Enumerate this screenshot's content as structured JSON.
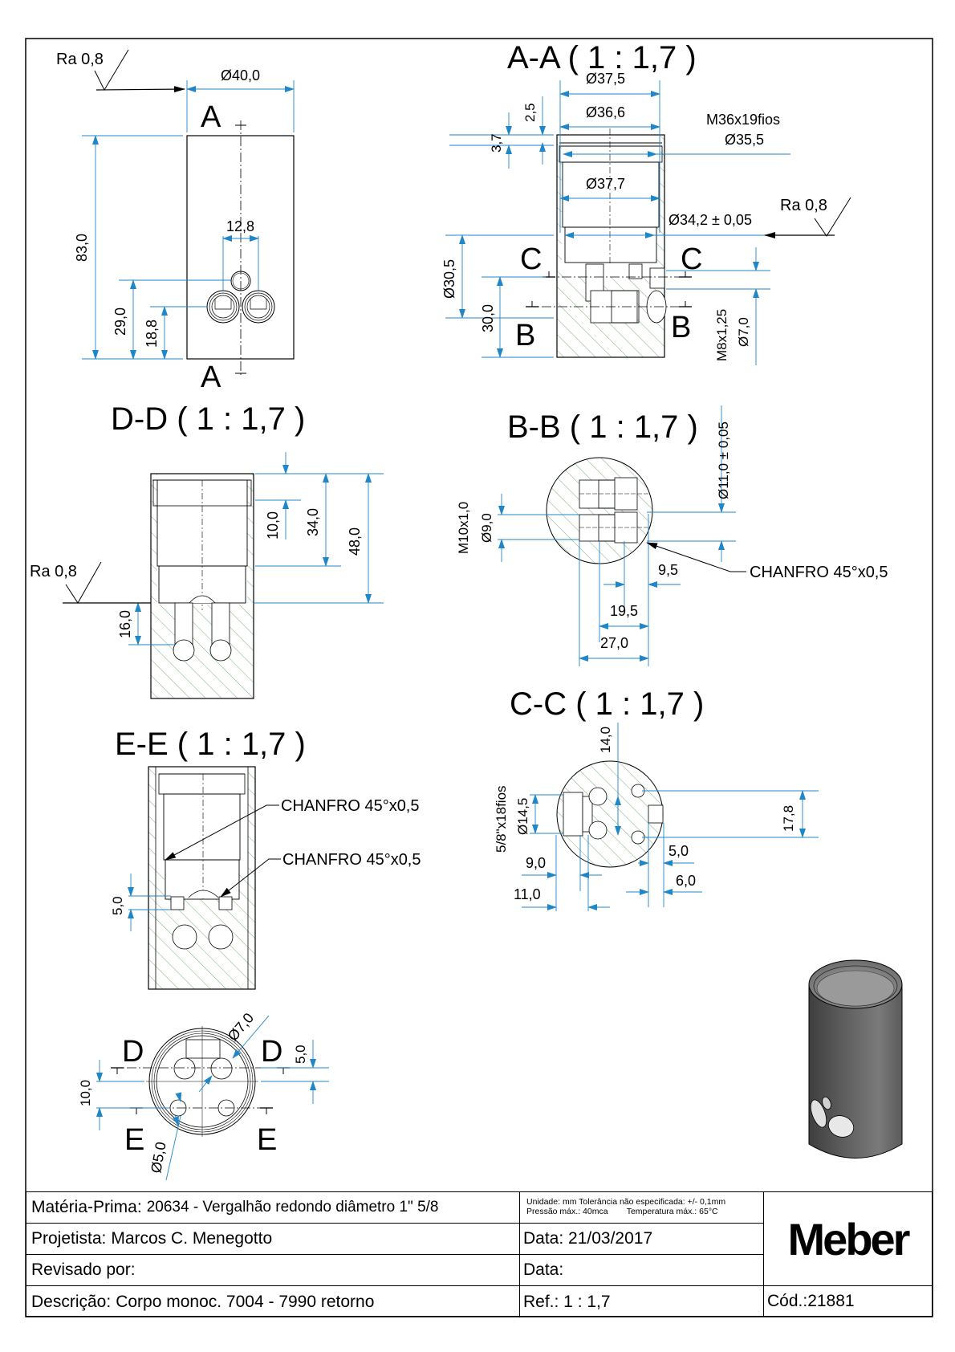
{
  "surface_finish": "Ra 0,8",
  "colors": {
    "dimension": "#1f86c8",
    "hatch": "#5aa05a",
    "outline": "#000000",
    "part_shade": "#5a5a5a"
  },
  "front_view": {
    "section_letter": "A",
    "dims": {
      "diameter": "Ø40,0",
      "height": "83,0",
      "hole_spacing": "12,8",
      "h29": "29,0",
      "h18": "18,8"
    }
  },
  "section_aa": {
    "title": "A-A ( 1 : 1,7 )",
    "dims": {
      "d37_5": "Ø37,5",
      "d36_6": "Ø36,6",
      "d37_7": "Ø37,7",
      "d34_2": "Ø34,2 ± 0,05",
      "d30_5": "Ø30,5",
      "h30": "30,0",
      "h3_7": "3,7",
      "h2_5": "2,5",
      "thread_m36": "M36x19fios",
      "d35_5": "Ø35,5",
      "thread_m8": "M8x1,25",
      "d7": "Ø7,0"
    },
    "cut_c": "C",
    "cut_b": "B"
  },
  "section_dd": {
    "title": "D-D ( 1 : 1,7 )",
    "dims": {
      "h10": "10,0",
      "h34": "34,0",
      "h48": "48,0",
      "h16": "16,0"
    }
  },
  "section_bb": {
    "title": "B-B ( 1 : 1,7 )",
    "dims": {
      "thread_m10": "M10x1,0",
      "d9": "Ø9,0",
      "d11": "Ø11,0 ± 0,05",
      "l9_5": "9,5",
      "l19_5": "19,5",
      "l27": "27,0"
    },
    "chamfer": "CHANFRO 45°x0,5"
  },
  "section_cc": {
    "title": "C-C ( 1 : 1,7 )",
    "dims": {
      "h14": "14,0",
      "thread_5_8": "5/8\"x18fios",
      "d14_5": "Ø14,5",
      "l9": "9,0",
      "l11": "11,0",
      "l5": "5,0",
      "l6": "6,0",
      "h17_8": "17,8"
    }
  },
  "section_ee": {
    "title": "E-E ( 1 : 1,7 )",
    "chamfer_1": "CHANFRO 45°x0,5",
    "chamfer_2": "CHANFRO 45°x0,5",
    "dims": {
      "h5": "5,0"
    }
  },
  "top_view": {
    "cut_d": "D",
    "cut_e": "E",
    "dims": {
      "d7": "Ø7,0",
      "d5": "Ø5,0",
      "h10": "10,0",
      "h5": "5,0"
    }
  },
  "title_block": {
    "materia_label": "Matéria-Prima:",
    "materia_value": "20634 - Vergalhão redondo diâmetro 1\" 5/8",
    "projetista_label": "Projetista:",
    "projetista_value": "Marcos C. Menegotto",
    "revisado_label": "Revisado por:",
    "descricao_label": "Descrição:",
    "descricao_value": "Corpo monoc. 7004 - 7990 retorno",
    "notes_line1": "Unidade: mm Tolerância não especificada: +/- 0,1mm",
    "notes_line2": "Pressão máx.: 40mca        Temperatura máx.: 65°C",
    "data_label": "Data: 21/03/2017",
    "data2_label": "Data:",
    "ref_label": "Ref.:  1 : 1,7",
    "logo": "Meber",
    "cod_label": "Cód.:21881"
  }
}
